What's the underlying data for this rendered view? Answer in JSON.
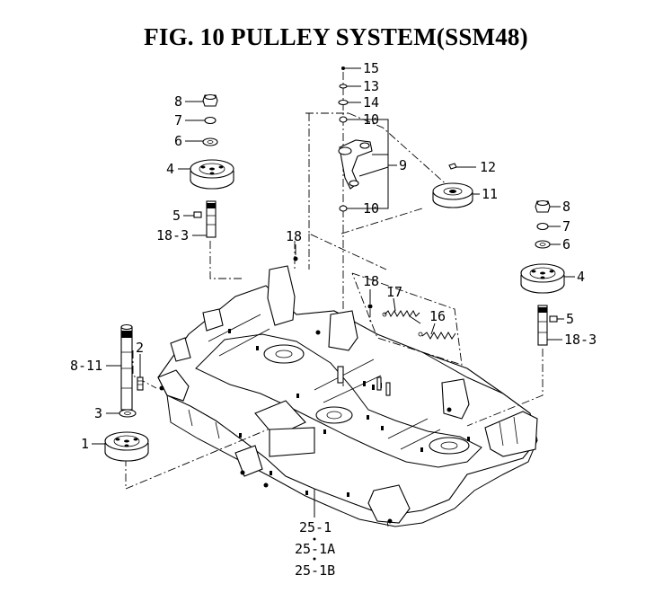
{
  "title": "FIG. 10  PULLEY SYSTEM(SSM48)",
  "callouts": {
    "c15": "15",
    "c13": "13",
    "c14": "14",
    "c10a": "10",
    "c9": "9",
    "c12": "12",
    "c11": "11",
    "c10b": "10",
    "c8l": "8",
    "c7l": "7",
    "c6l": "6",
    "c4l": "4",
    "c5l": "5",
    "c183l": "18-3",
    "c18a": "18",
    "c8r": "8",
    "c7r": "7",
    "c6r": "6",
    "c4r": "4",
    "c5r": "5",
    "c183r": "18-3",
    "c18b": "18",
    "c17": "17",
    "c16": "16",
    "c2": "2",
    "c811": "8-11",
    "c3": "3",
    "c1": "1",
    "c251": "25-1",
    "c251a": "25-1A",
    "c251b": "25-1B"
  }
}
